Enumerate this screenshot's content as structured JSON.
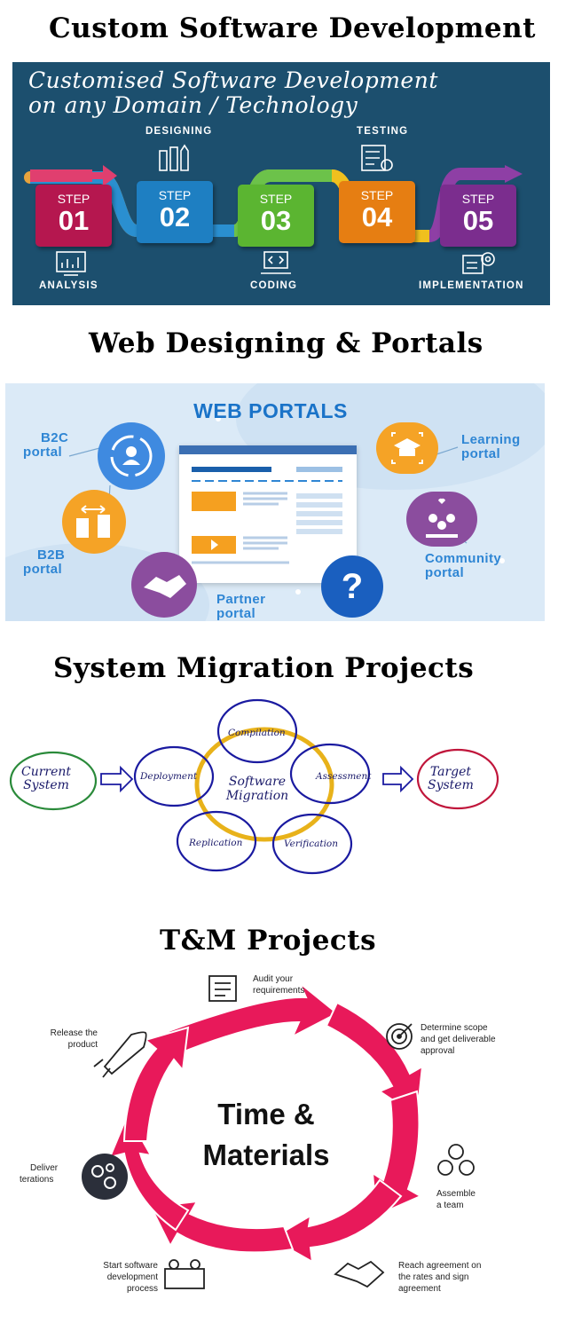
{
  "section1": {
    "heading": "Custom Software Development",
    "banner_title_line1": "Customised Software Development",
    "banner_title_line2": "on any Domain / Technology",
    "labels": {
      "designing": "DESIGNING",
      "testing": "TESTING",
      "analysis": "ANALYSIS",
      "coding": "CODING",
      "implementation": "IMPLEMENTATION"
    },
    "steps": [
      {
        "word": "STEP",
        "number": "01",
        "color": "#b5174f"
      },
      {
        "word": "STEP",
        "number": "02",
        "color": "#1e7fc2"
      },
      {
        "word": "STEP",
        "number": "03",
        "color": "#5bb531"
      },
      {
        "word": "STEP",
        "number": "04",
        "color": "#e67e12"
      },
      {
        "word": "STEP",
        "number": "05",
        "color": "#7b2d8e"
      }
    ]
  },
  "section2": {
    "heading": "Web Designing & Portals",
    "banner_title": "WEB PORTALS",
    "portals": {
      "b2c": {
        "line1": "B2C",
        "line2": "portal"
      },
      "b2b": {
        "line1": "B2B",
        "line2": "portal"
      },
      "partner": {
        "line1": "Partner",
        "line2": "portal"
      },
      "learning": {
        "line1": "Learning",
        "line2": "portal"
      },
      "community": {
        "line1": "Community",
        "line2": "portal"
      }
    },
    "question_mark": "?"
  },
  "section3": {
    "heading": "System Migration Projects",
    "current_line1": "Current",
    "current_line2": "System",
    "target_line1": "Target",
    "target_line2": "System",
    "center_line1": "Software",
    "center_line2": "Migration",
    "nodes": {
      "compilation": "Compilation",
      "assessment": "Assessment",
      "verification": "Verification",
      "replication": "Replication",
      "deployment": "Deployment"
    }
  },
  "section4": {
    "heading": "T&M Projects",
    "center_line1": "Time &",
    "center_line2": "Materials",
    "steps": {
      "audit": [
        "Audit your",
        "requirements"
      ],
      "scope": [
        "Determine scope",
        "and get deliverable",
        "approval"
      ],
      "team": [
        "Assemble",
        "a team"
      ],
      "agreement": [
        "Reach agreement on",
        "the rates and sign",
        "agreement"
      ],
      "start": [
        "Start software",
        "development",
        "process"
      ],
      "deliver": [
        "Deliver",
        "terations"
      ],
      "release": [
        "Release the",
        "product"
      ]
    },
    "accent": "#e8195a"
  }
}
